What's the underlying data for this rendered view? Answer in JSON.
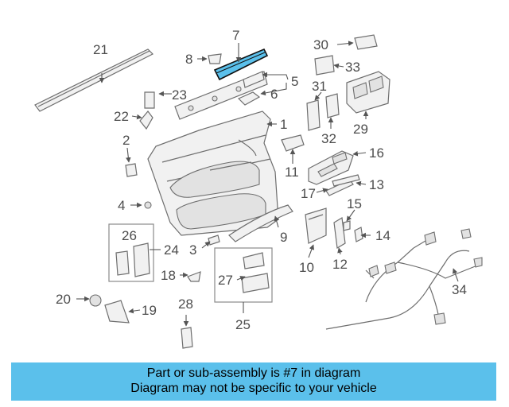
{
  "diagram": {
    "highlight_color": "#5bc0eb",
    "callouts": {
      "n1": "1",
      "n2": "2",
      "n3": "3",
      "n4": "4",
      "n5": "5",
      "n6": "6",
      "n7": "7",
      "n8": "8",
      "n9": "9",
      "n10": "10",
      "n11": "11",
      "n12": "12",
      "n13": "13",
      "n14": "14",
      "n15": "15",
      "n16": "16",
      "n17": "17",
      "n18": "18",
      "n19": "19",
      "n20": "20",
      "n21": "21",
      "n22": "22",
      "n23": "23",
      "n24": "24",
      "n25": "25",
      "n26": "26",
      "n27": "27",
      "n28": "28",
      "n29": "29",
      "n30": "30",
      "n31": "31",
      "n32": "32",
      "n33": "33",
      "n34": "34"
    }
  },
  "footer": {
    "line1": "Part or sub-assembly is #7 in diagram",
    "line2": "Diagram may not be specific to your vehicle",
    "background": "#5bc0eb"
  }
}
